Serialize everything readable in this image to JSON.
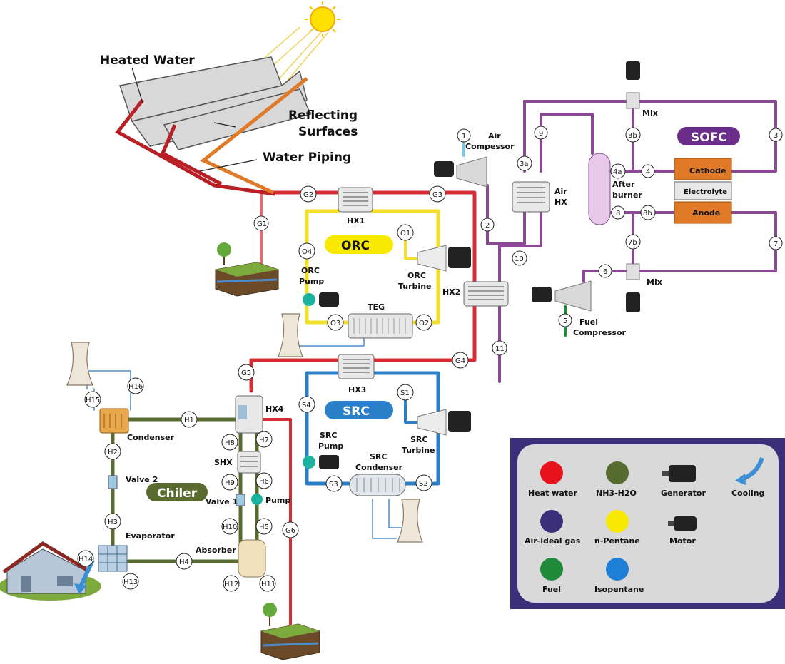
{
  "labels": {
    "heated_water": "Heated Water",
    "reflecting_surfaces_1": "Reflecting",
    "reflecting_surfaces_2": "Surfaces",
    "water_piping": "Water Piping",
    "hx1": "HX1",
    "hx2": "HX2",
    "hx3": "HX3",
    "hx4": "HX4",
    "air_compressor_1": "Air",
    "air_compressor_2": "Compessor",
    "air_hx_1": "Air",
    "air_hx_2": "HX",
    "after_burner_1": "After",
    "after_burner_2": "burner",
    "mix_top": "Mix",
    "mix_bottom": "Mix",
    "sofc": "SOFC",
    "cathode": "Cathode",
    "electrolyte": "Electrolyte",
    "anode": "Anode",
    "orc": "ORC",
    "orc_pump_1": "ORC",
    "orc_pump_2": "Pump",
    "orc_turbine_1": "ORC",
    "orc_turbine_2": "Turbine",
    "teg": "TEG",
    "fuel_compressor_1": "Fuel",
    "fuel_compressor_2": "Compressor",
    "src": "SRC",
    "src_pump_1": "SRC",
    "src_pump_2": "Pump",
    "src_turbine_1": "SRC",
    "src_turbine_2": "Turbine",
    "src_condenser_1": "SRC",
    "src_condenser_2": "Condenser",
    "condenser": "Condenser",
    "shx": "SHX",
    "valve2": "Valve 2",
    "valve1": "Valve 1",
    "pump": "Pump",
    "chiller": "Chiler",
    "evaporator": "Evaporator",
    "absorber": "Absorber"
  },
  "nodes": {
    "G1": "G1",
    "G2": "G2",
    "G3": "G3",
    "G4": "G4",
    "G5": "G5",
    "G6": "G6",
    "O1": "O1",
    "O2": "O2",
    "O3": "O3",
    "O4": "O4",
    "n1": "1",
    "n2": "2",
    "n3": "3",
    "n3a": "3a",
    "n3b": "3b",
    "n4": "4",
    "n4a": "4a",
    "n5": "5",
    "n6": "6",
    "n7": "7",
    "n7b": "7b",
    "n8": "8",
    "n8b": "8b",
    "n9": "9",
    "n10": "10",
    "n11": "11",
    "S1": "S1",
    "S2": "S2",
    "S3": "S3",
    "S4": "S4",
    "H1": "H1",
    "H2": "H2",
    "H3": "H3",
    "H4": "H4",
    "H5": "H5",
    "H6": "H6",
    "H7": "H7",
    "H8": "H8",
    "H9": "H9",
    "H10": "H10",
    "H11": "H11",
    "H12": "H12",
    "H13": "H13",
    "H14": "H14",
    "H15": "H15",
    "H16": "H16"
  },
  "legend": {
    "items": [
      {
        "label": "Heat water",
        "color": "#e8121c"
      },
      {
        "label": "NH3-H2O",
        "color": "#556b2f"
      },
      {
        "label": "Generator",
        "icon": "generator-icon"
      },
      {
        "label": "Cooling",
        "icon": "cooling-arrow-icon"
      },
      {
        "label": "Air-ideal gas",
        "color": "#3b2f7a"
      },
      {
        "label": "n-Pentane",
        "color": "#f7ea00"
      },
      {
        "label": "Motor",
        "icon": "motor-icon"
      },
      {
        "label": "Fuel",
        "color": "#1e8a3a"
      },
      {
        "label": "Isopentane",
        "color": "#1e7fd6"
      }
    ]
  },
  "colors": {
    "heat_water": "#d62d35",
    "nh3_h2o": "#5a6b2f",
    "air": "#8a4a93",
    "pentane": "#f3df2a",
    "fuel": "#1e8a3a",
    "isopentane": "#2a7fc9",
    "legend_border": "#3b2f7a",
    "legend_bg": "#d9d9d9"
  }
}
